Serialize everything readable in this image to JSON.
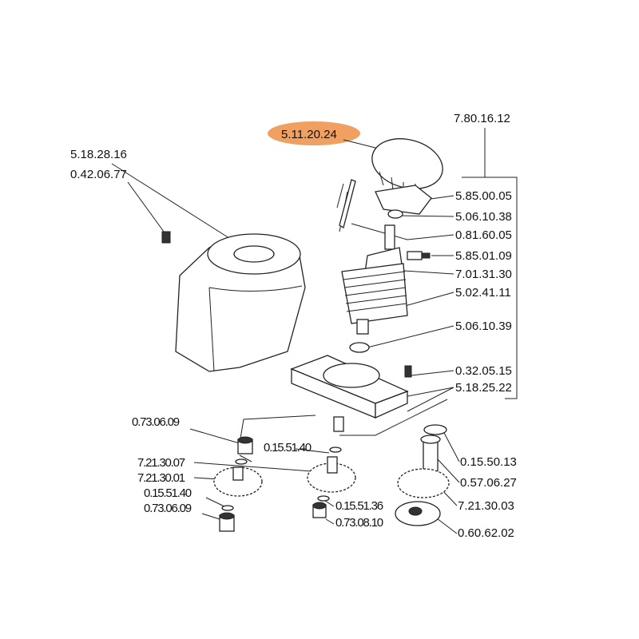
{
  "highlighted_part": {
    "label": "5.11.20.24",
    "color": "#f0a060"
  },
  "assembly": {
    "label": "7.80.16.12"
  },
  "left_housing_labels": [
    "5.18.28.16",
    "0.42.06.77"
  ],
  "right_column_labels": [
    "5.85.00.05",
    "5.06.10.38",
    "0.81.60.05",
    "5.85.01.09",
    "7.01.31.30",
    "5.02.41.11",
    "5.06.10.39",
    "0.32.05.15",
    "5.18.25.22"
  ],
  "lower_right_labels": [
    "0.15.50.13",
    "0.57.06.27",
    "7.21.30.03",
    "0.60.62.02"
  ],
  "lower_left_labels": [
    "0.73.06.09",
    "0.15.51.40",
    "7.21.30.07",
    "7.21.30.01",
    "0.15.51.40",
    "0.73.06.09"
  ],
  "lower_center_labels": [
    "0.15.51.36",
    "0.73.08.10"
  ]
}
